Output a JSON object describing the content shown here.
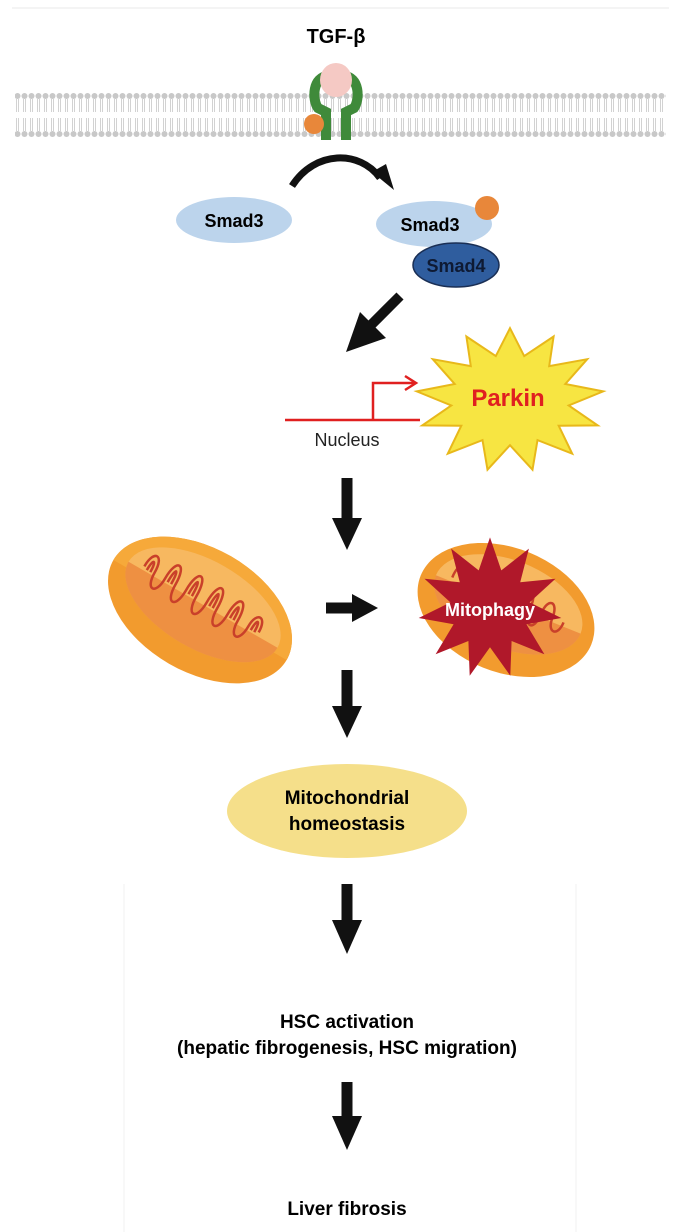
{
  "ligand": {
    "label": "TGF-β"
  },
  "smad": {
    "inactive_label": "Smad3",
    "active_label": "Smad3",
    "partner_label": "Smad4"
  },
  "nucleus": {
    "label": "Nucleus"
  },
  "parkin": {
    "label": "Parkin"
  },
  "mitophagy": {
    "label": "Mitophagy"
  },
  "homeostasis": {
    "line1": "Mitochondrial",
    "line2": "homeostasis"
  },
  "hsc": {
    "line1": "HSC activation",
    "line2": "(hepatic fibrogenesis, HSC migration)"
  },
  "outcome": {
    "label": "Liver fibrosis"
  },
  "colors": {
    "receptor": "#3f8a3a",
    "ligand": "#f5c9c4",
    "phospho": "#e8873a",
    "smad3": "#bcd4ec",
    "smad4": "#2f5d9e",
    "gene_line": "#e02020",
    "parkin_fill": "#f7e542",
    "parkin_text": "#e02020",
    "mito_outer": "#f29b2e",
    "mito_inner": "#e8702a",
    "mito_crista": "#c9402a",
    "mitophagy_star": "#b0182a",
    "homeostasis_fill": "#f5df8a",
    "arrow": "#111111"
  }
}
